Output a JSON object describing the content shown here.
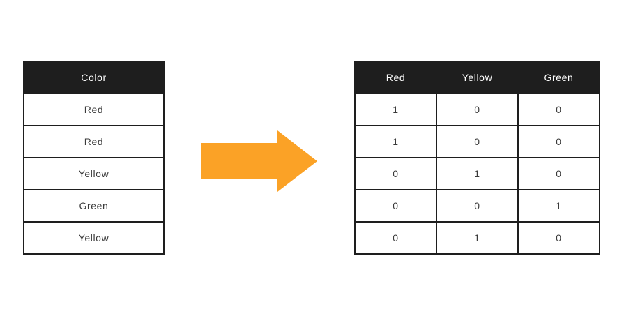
{
  "diagram": {
    "description": "one-hot encoding transformation"
  },
  "left_table": {
    "header": "Color",
    "rows": [
      "Red",
      "Red",
      "Yellow",
      "Green",
      "Yellow"
    ]
  },
  "arrow": {
    "direction": "right",
    "color": "#FBA226"
  },
  "right_table": {
    "headers": [
      "Red",
      "Yellow",
      "Green"
    ],
    "rows": [
      [
        "1",
        "0",
        "0"
      ],
      [
        "1",
        "0",
        "0"
      ],
      [
        "0",
        "1",
        "0"
      ],
      [
        "0",
        "0",
        "1"
      ],
      [
        "0",
        "1",
        "0"
      ]
    ]
  },
  "colors": {
    "header_bg": "#1E1E1E",
    "header_text": "#FFFFFF",
    "border": "#1E1E1E",
    "cell_text": "#3A3A3A",
    "background": "#FFFFFF",
    "arrow": "#FBA226"
  }
}
